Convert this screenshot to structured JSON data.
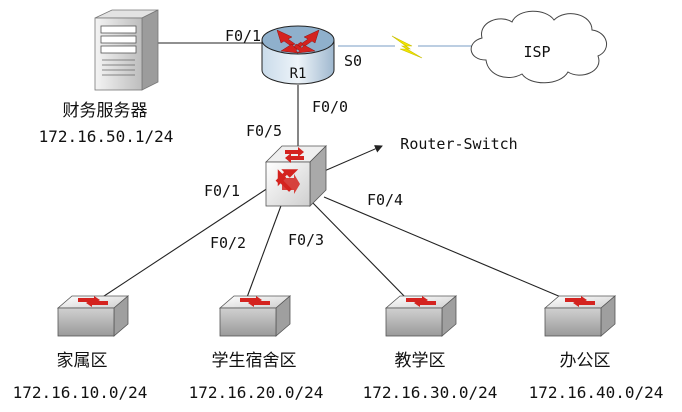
{
  "devices": {
    "finance_server": {
      "name": "财务服务器",
      "ip": "172.16.50.1/24"
    },
    "router": {
      "name": "R1",
      "serial_port": "S0",
      "port_to_server": "F0/1",
      "port_to_switch": "F0/0"
    },
    "isp": {
      "name": "ISP"
    },
    "core_switch": {
      "label": "Router-Switch",
      "port_up": "F0/5",
      "port_1": "F0/1",
      "port_2": "F0/2",
      "port_3": "F0/3",
      "port_4": "F0/4"
    },
    "access_switches": [
      {
        "name": "家属区",
        "subnet": "172.16.10.0/24"
      },
      {
        "name": "学生宿舍区",
        "subnet": "172.16.20.0/24"
      },
      {
        "name": "教学区",
        "subnet": "172.16.30.0/24"
      },
      {
        "name": "办公区",
        "subnet": "172.16.40.0/24"
      }
    ]
  },
  "colors": {
    "router_body": "#b7cde0",
    "router_top": "#7fa3c2",
    "arrow_red": "#d4231f",
    "lightning": "#f2e600",
    "device_gray": "#d9d9d9",
    "line": "#222222"
  }
}
